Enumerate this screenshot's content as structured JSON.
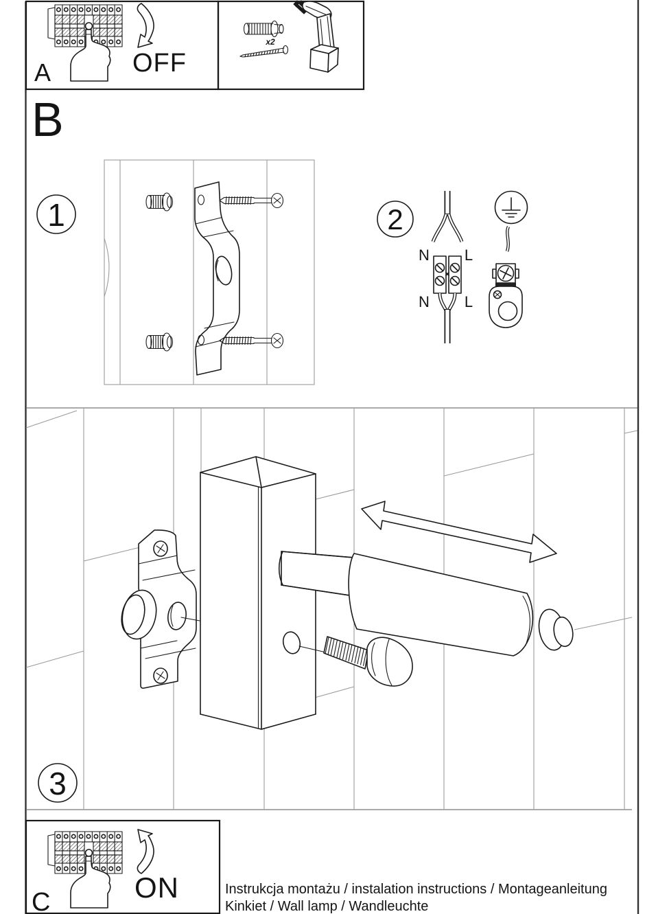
{
  "panel_a": {
    "label": "A",
    "action": "OFF"
  },
  "tools": {
    "anchor_count": "x2"
  },
  "section_b": {
    "label": "B"
  },
  "steps": {
    "one": "1",
    "two": "2",
    "three": "3"
  },
  "wiring": {
    "top_n": "N",
    "top_l": "L",
    "bottom_n": "N",
    "bottom_l": "L"
  },
  "panel_c": {
    "label": "C",
    "action": "ON"
  },
  "footer": {
    "line1": "Instrukcja montażu / instalation instructions / Montageanleitung",
    "line2": "Kinkiet / Wall lamp / Wandleuchte"
  },
  "colors": {
    "ink": "#1a1a1a",
    "wall_line": "#9b9b9b",
    "background": "#ffffff"
  }
}
